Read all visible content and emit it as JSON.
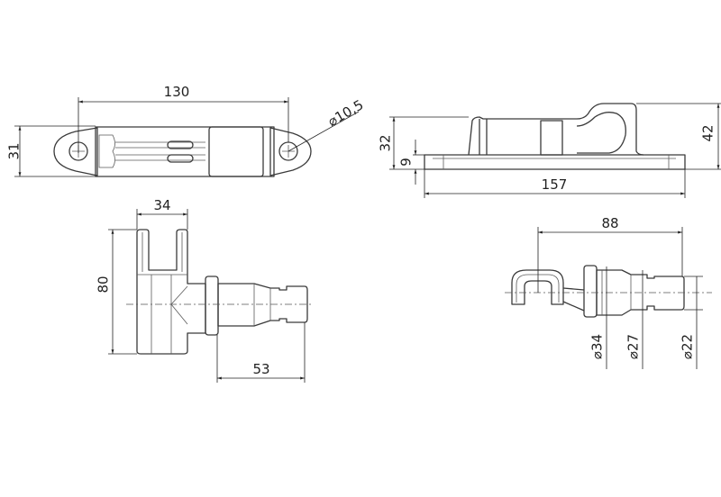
{
  "drawing": {
    "top_view": {
      "length": "130",
      "width": "31",
      "hole_diameter": "⌀10,5"
    },
    "side_view": {
      "total_height": "42",
      "body_height": "32",
      "base_thickness": "9",
      "total_length": "157"
    },
    "front_view": {
      "fork_width": "34",
      "height": "80",
      "plug_length": "53"
    },
    "plug_view": {
      "length": "88",
      "flange_diameter": "⌀34",
      "body_diameter": "⌀27",
      "tip_diameter": "⌀22"
    },
    "colors": {
      "line": "#3a3a3a",
      "background": "#ffffff"
    }
  }
}
